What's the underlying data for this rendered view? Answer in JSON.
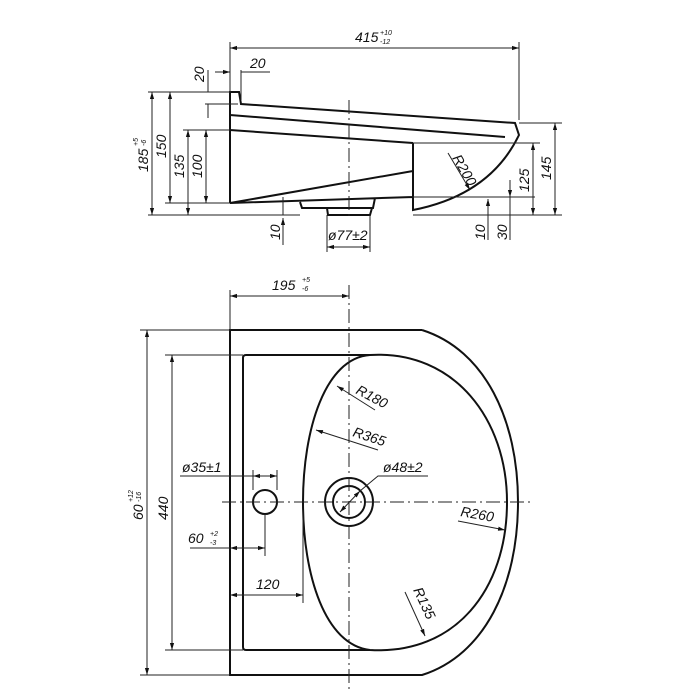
{
  "side_view": {
    "width": "415",
    "width_tol_plus": "+10",
    "width_tol_minus": "-12",
    "lip_w": "20",
    "lip_h": "20",
    "h_total": "185",
    "h_total_tol_plus": "+5",
    "h_total_tol_minus": "-6",
    "h150": "150",
    "h135": "135",
    "h100": "100",
    "r200": "R200",
    "h145": "145",
    "h125": "125",
    "h30": "30",
    "h10r": "10",
    "h10l": "10",
    "drain": "ø77±2"
  },
  "plan_view": {
    "offset": "195",
    "offset_tol_plus": "+5",
    "offset_tol_minus": "-6",
    "depth": "60",
    "depth_tol_plus": "+12",
    "depth_tol_minus": "-16",
    "inner": "440",
    "tap_hole": "ø35±1",
    "tap_off": "60",
    "tap_off_tol_plus": "+2",
    "tap_off_tol_minus": "-3",
    "bowl_off": "120",
    "drain": "ø48±2",
    "r180": "R180",
    "r365": "R365",
    "r260": "R260",
    "r135": "R135"
  }
}
